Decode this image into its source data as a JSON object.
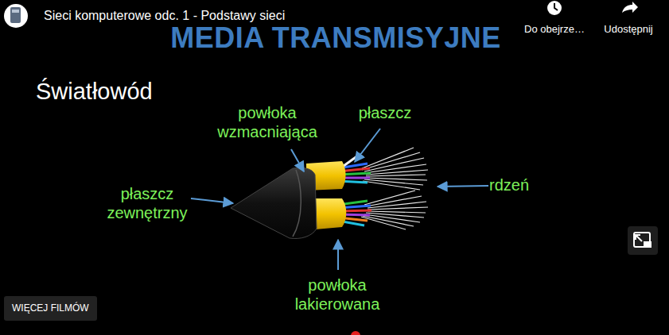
{
  "diagram": {
    "title": "MEDIA TRANSMISYJNE",
    "labels": [
      "Sieci komputerowe odc. 1 - Podstawy sieci",
      "Do obejrze…",
      "Udostępnij",
      "Światłowód",
      "powłoka wzmacniająca",
      "płaszcz",
      "rdzeń",
      "płaszcz zewnętrzny",
      "powłoka lakierowana",
      "WIĘCEJ FILMÓW"
    ]
  }
}
